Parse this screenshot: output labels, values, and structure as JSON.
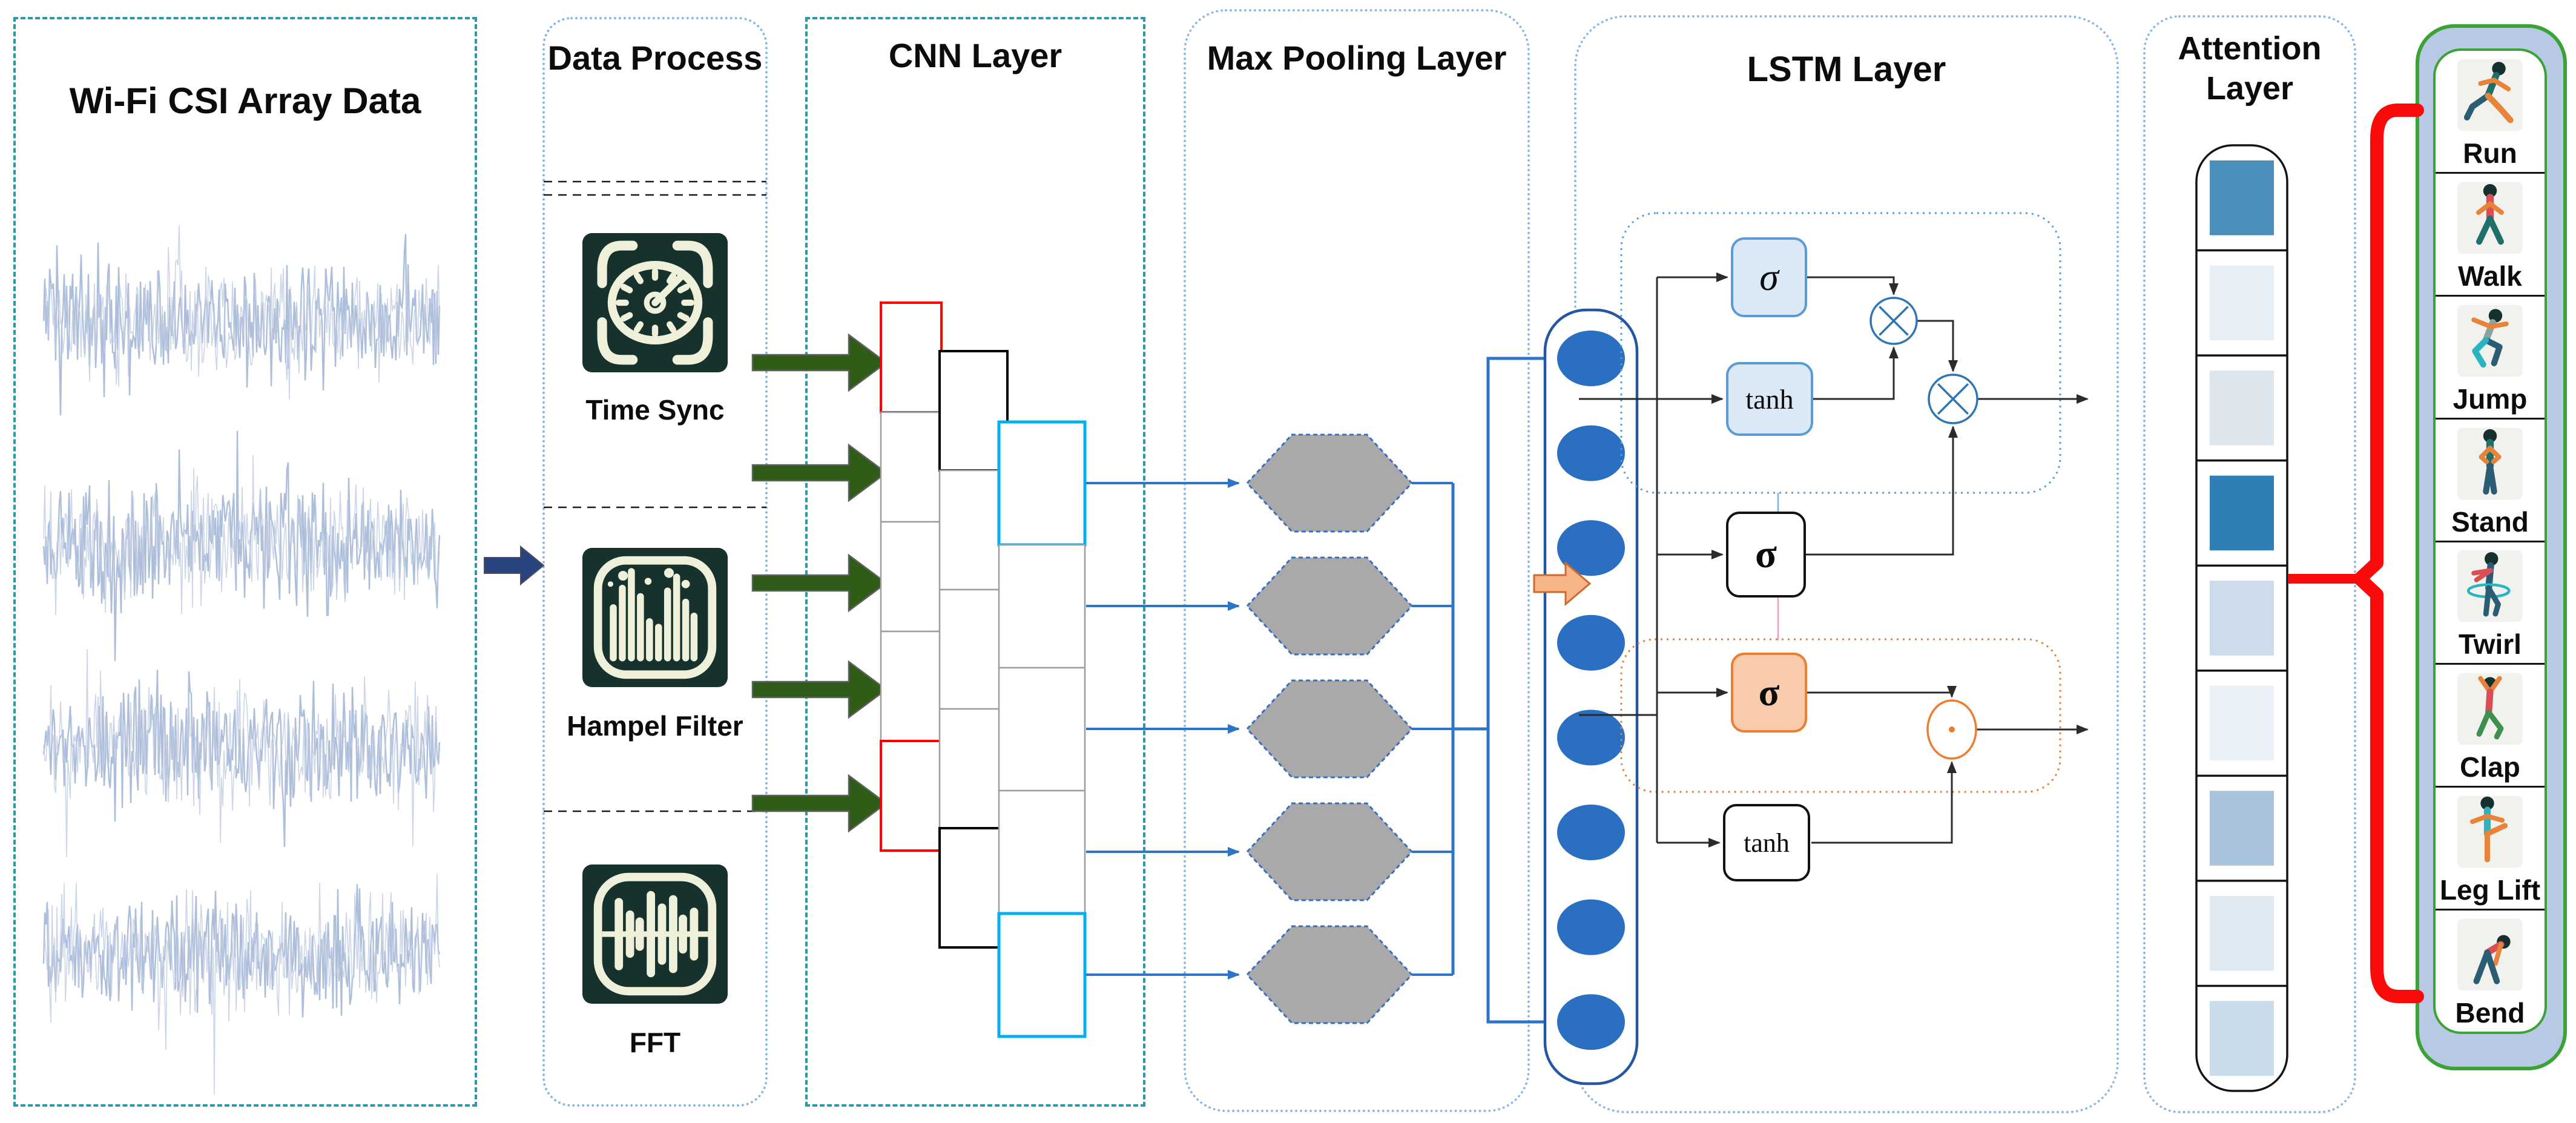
{
  "colors": {
    "teal_dashed_border": "#2b9aa5",
    "blue_dotted_border": "#85b7e4",
    "input_arrow_blue": "#27447e",
    "conv_arrow_green": "#2f5d17",
    "feature_arrow_blue": "#2e75c8",
    "cnn_outline_red": "#ff0000",
    "cnn_outline_black": "#000000",
    "cnn_outline_cyan": "#00b0f0",
    "cnn_outline_gray": "#9e9e9e",
    "hexagon_gray": "#a9a9a9",
    "pooled_unit_blue": "#2a6fc2",
    "transition_arrow_orange": "#f6b488",
    "lstm_gate_blue_fill": "#dbe9f6",
    "lstm_gate_blue_border": "#5b9bd5",
    "lstm_gate_orange_fill": "#f9cbad",
    "lstm_gate_orange_border": "#ed7d31",
    "waveform_blue": "#a9bad8",
    "icon_background": "#17312d",
    "icon_glyph": "#eef0da",
    "activities_panel_fill": "#b7c9e5",
    "activities_green_border": "#3ba336",
    "attention_bracket_red": "#fb0a0a"
  },
  "wifi_panel": {
    "title": "Wi-Fi CSI Array Data",
    "waveform_count": 4
  },
  "process_panel": {
    "title": "Data Process",
    "steps": [
      {
        "label": "Time Sync",
        "icon": "clock-icon"
      },
      {
        "label": "Hampel Filter",
        "icon": "equalizer-icon"
      },
      {
        "label": "FFT",
        "icon": "soundwave-icon"
      }
    ]
  },
  "cnn_panel": {
    "title": "CNN Layer",
    "feature_map_columns": 3,
    "maps_per_column": 5
  },
  "pooling_panel": {
    "title": "Max Pooling Layer",
    "hexagon_count": 5,
    "pooled_unit_count": 8
  },
  "lstm_panel": {
    "title": "LSTM Layer",
    "gates": {
      "sigma_1": "σ",
      "tanh_1": "tanh",
      "sigma_2": "σ",
      "sigma_3": "σ",
      "tanh_2": "tanh"
    }
  },
  "attention_panel": {
    "title": "Attention Layer",
    "weight_cell_colors": [
      "#4a90ba",
      "#e7eff6",
      "#dde6ec",
      "#2e7fb5",
      "#ccdcea",
      "#e9f0f7",
      "#a9c4da",
      "#dfe9f2",
      "#c9dbe9"
    ]
  },
  "output_panel": {
    "activities": [
      {
        "label": "Run",
        "icon": "run-icon"
      },
      {
        "label": "Walk",
        "icon": "walk-icon"
      },
      {
        "label": "Jump",
        "icon": "jump-icon"
      },
      {
        "label": "Stand",
        "icon": "stand-icon"
      },
      {
        "label": "Twirl",
        "icon": "twirl-icon"
      },
      {
        "label": "Clap",
        "icon": "clap-icon"
      },
      {
        "label": "Leg Lift",
        "icon": "leg-lift-icon"
      },
      {
        "label": "Bend",
        "icon": "bend-icon"
      }
    ]
  }
}
